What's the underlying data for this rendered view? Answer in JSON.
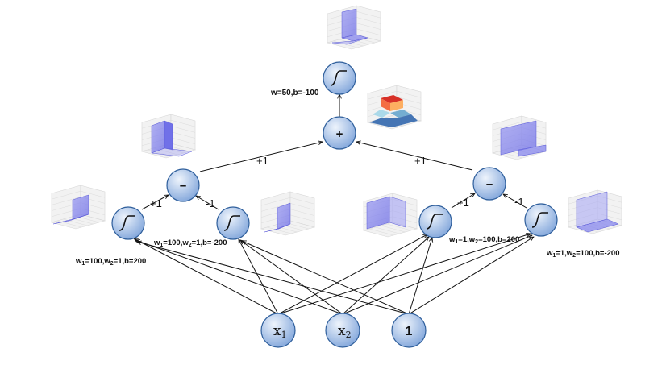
{
  "nodes": {
    "top_sigmoid": {
      "label": "w=50,b=-100"
    },
    "sum": {
      "symbol": "+"
    },
    "left_diff": {
      "symbol": "–"
    },
    "right_diff": {
      "symbol": "–"
    },
    "n1": {
      "label": "w1=100,w2=1,b=200",
      "label_main": "w",
      "sub1": "1",
      "mid": "=100,w",
      "sub2": "2",
      "tail": "=1,b=200"
    },
    "n2": {
      "label": "w1=100,w2=1,b=-200",
      "label_main": "w",
      "sub1": "1",
      "mid": "=100,w",
      "sub2": "2",
      "tail": "=1,b=-200"
    },
    "n3": {
      "label": "w1=1,w2=100,b=200",
      "label_main": "w",
      "sub1": "1",
      "mid": "=1,w",
      "sub2": "2",
      "tail": "=100,b=200"
    },
    "n4": {
      "label": "w1=1,w2=100,b=-200",
      "label_main": "w",
      "sub1": "1",
      "mid": "=1,w",
      "sub2": "2",
      "tail": "=100,b=-200"
    },
    "x1": {
      "base": "x",
      "sub": "1"
    },
    "x2": {
      "base": "x",
      "sub": "2"
    },
    "one": {
      "label": "1"
    }
  },
  "edge_labels": {
    "left_to_sum": "+1",
    "right_to_sum": "+1",
    "n1_to_left": "+1",
    "n2_to_left": "-1",
    "n3_to_right": "+1",
    "n4_to_right": "-1"
  },
  "colors": {
    "node_fill_light": "#d9e6f7",
    "node_fill_dark": "#8fb0e0",
    "surface": "#8080ee",
    "hot": "#d73027",
    "cool": "#4575b4"
  },
  "icons": {
    "sigmoid": "sigmoid-curve-icon",
    "plot": "3d-surface-plot"
  }
}
